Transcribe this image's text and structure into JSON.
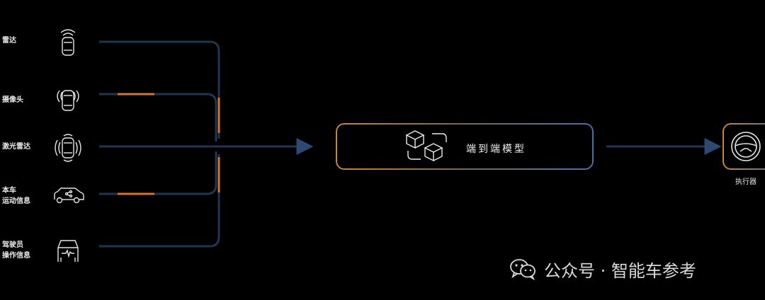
{
  "inputs": [
    {
      "label": "雷达",
      "icon": "radar-car-icon"
    },
    {
      "label": "摄像头",
      "icon": "camera-car-icon"
    },
    {
      "label": "激光雷达",
      "icon": "lidar-car-icon"
    },
    {
      "label": "本车\n运动信息",
      "icon": "vehicle-motion-icon"
    },
    {
      "label": "驾驶员\n操作信息",
      "icon": "driver-operation-icon"
    }
  ],
  "model": {
    "label": "端到端模型",
    "icon": "cubes-model-icon"
  },
  "actuator": {
    "label": "执行器",
    "icon": "steering-wheel-icon"
  },
  "watermark": {
    "text": "公众号 · 智能车参考",
    "icon": "wechat-icon"
  },
  "colors": {
    "line": "#1f3550",
    "highlight": "#d8722c",
    "arrow": "#2c4a73",
    "background": "#000000"
  }
}
